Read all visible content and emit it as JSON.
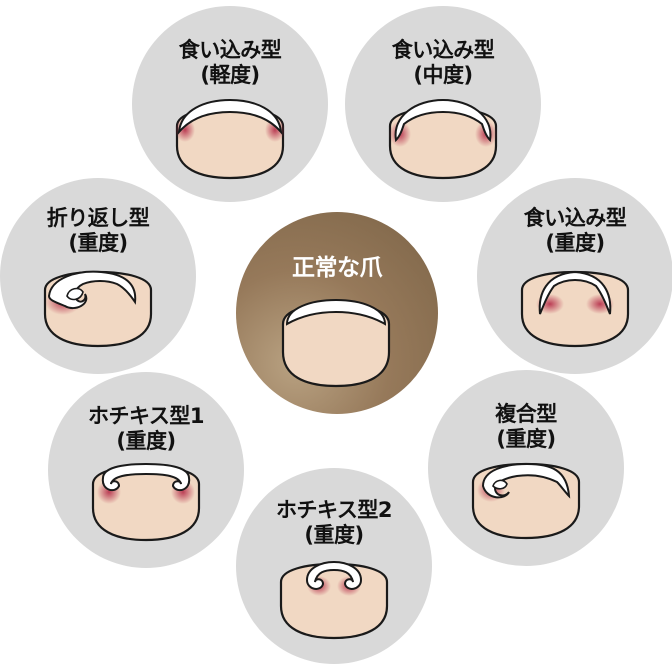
{
  "colors": {
    "circle": "#d9d9d9",
    "center_dark": "#7c6447",
    "center_light": "#b9a282",
    "finger": "#f1d8c3",
    "outline": "#1a1a1a",
    "nail": "#ffffff",
    "redness": "#b8364f"
  },
  "center": {
    "title": "正常な爪"
  },
  "types": [
    {
      "line1": "食い込み型",
      "line2": "(軽度)"
    },
    {
      "line1": "食い込み型",
      "line2": "(中度)"
    },
    {
      "line1": "食い込み型",
      "line2": "(重度)"
    },
    {
      "line1": "複合型",
      "line2": "(重度)"
    },
    {
      "line1": "ホチキス型2",
      "line2": "(重度)"
    },
    {
      "line1": "ホチキス型1",
      "line2": "(重度)"
    },
    {
      "line1": "折り返し型",
      "line2": "(重度)"
    }
  ]
}
